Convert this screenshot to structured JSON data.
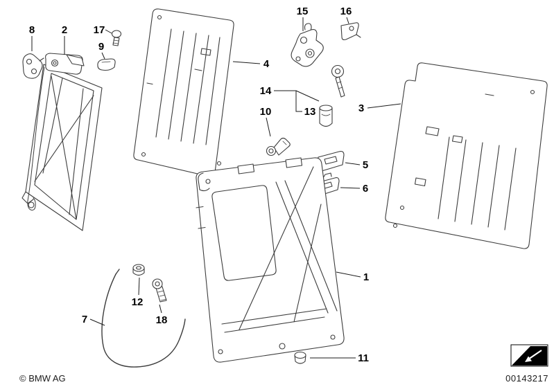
{
  "diagram": {
    "copyright": "© BMW AG",
    "image_number": "00143217",
    "callouts": {
      "n1": "1",
      "n2": "2",
      "n3": "3",
      "n4": "4",
      "n5": "5",
      "n6": "6",
      "n7": "7",
      "n8": "8",
      "n9": "9",
      "n10": "10",
      "n11": "11",
      "n12": "12",
      "n13": "13",
      "n14": "14",
      "n15": "15",
      "n16": "16",
      "n17": "17",
      "n18": "18"
    }
  }
}
